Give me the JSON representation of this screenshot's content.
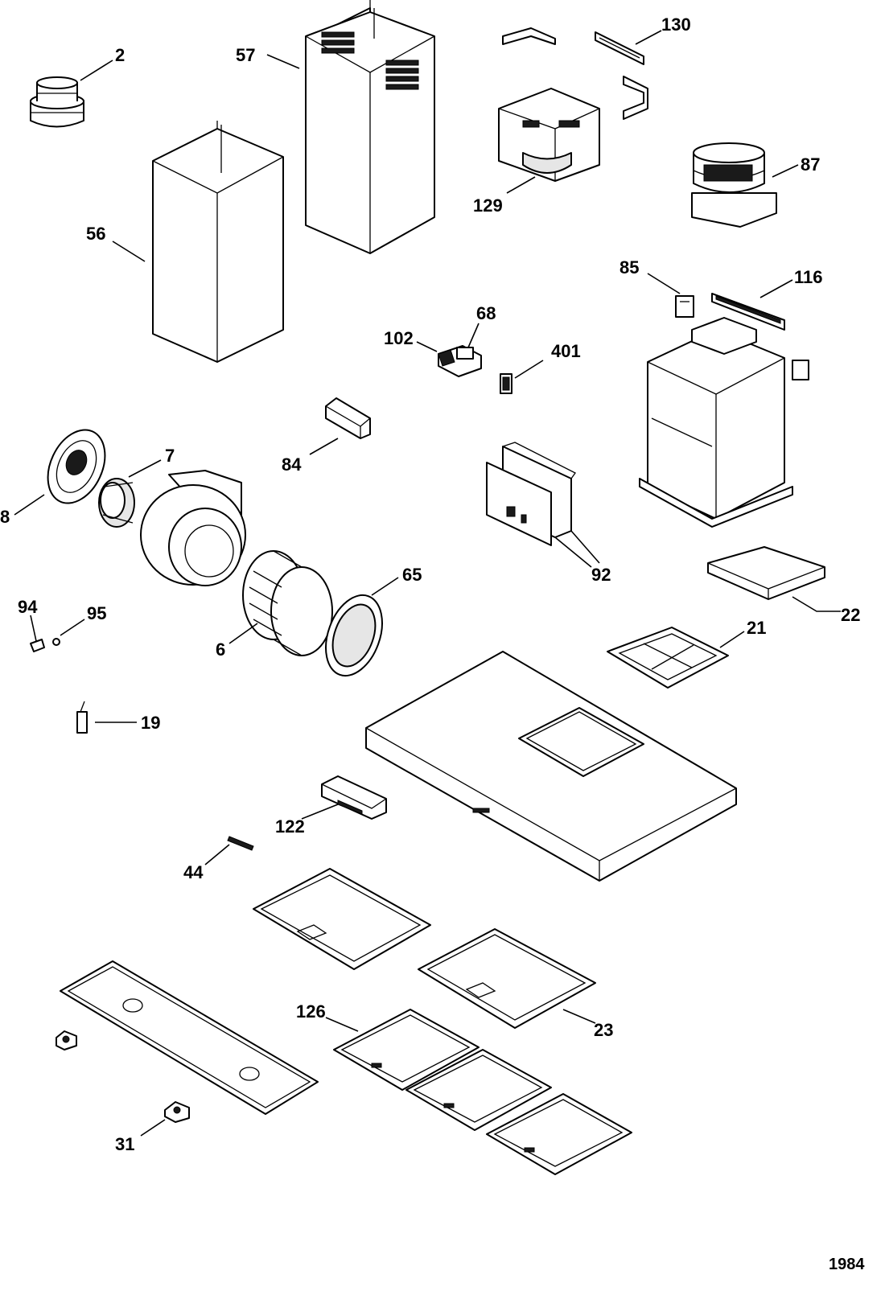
{
  "diagram_code": "1984",
  "callouts": {
    "c2": "2",
    "c57": "57",
    "c130": "130",
    "c56": "56",
    "c129": "129",
    "c87": "87",
    "c85": "85",
    "c116": "116",
    "c102": "102",
    "c68": "68",
    "c401": "401",
    "c84": "84",
    "c7": "7",
    "c8": "8",
    "c92": "92",
    "c65": "65",
    "c6": "6",
    "c94": "94",
    "c95": "95",
    "c22": "22",
    "c21": "21",
    "c19": "19",
    "c122": "122",
    "c44": "44",
    "c126": "126",
    "c23": "23",
    "c31": "31"
  },
  "colors": {
    "line": "#000000",
    "background": "#ffffff",
    "shade": "#e6e6e6"
  }
}
